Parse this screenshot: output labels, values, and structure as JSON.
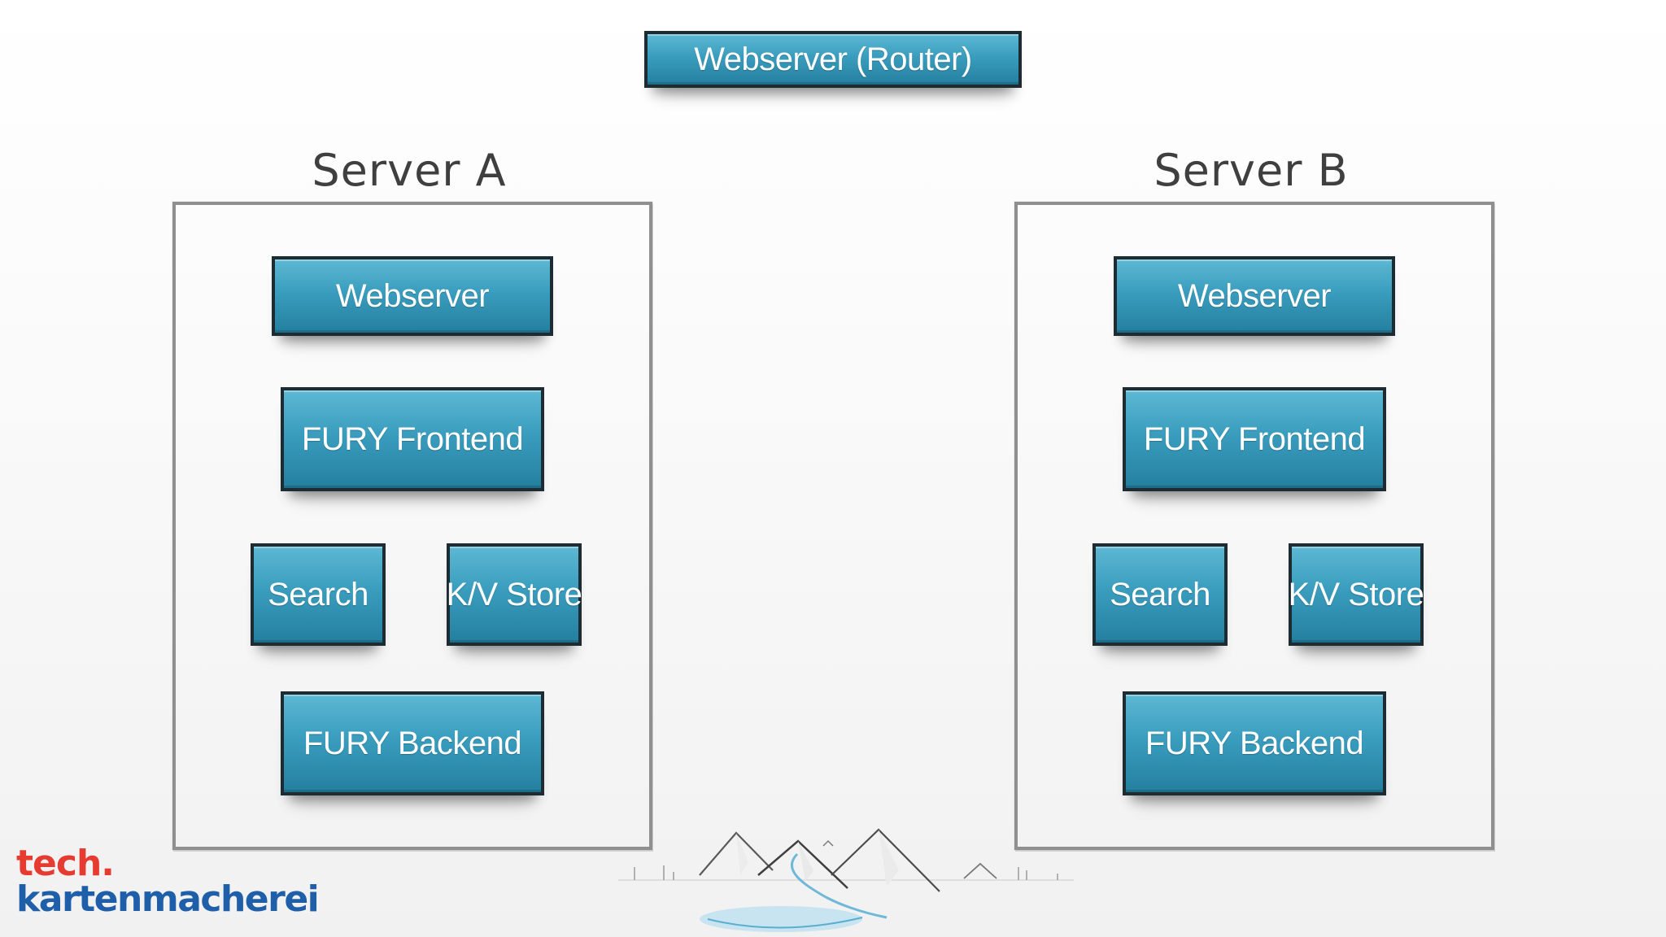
{
  "router": {
    "label": "Webserver (Router)"
  },
  "servers": [
    {
      "title": "Server A",
      "webserver": "Webserver",
      "frontend": "FURY Frontend",
      "search": "Search",
      "kv_store": "K/V Store",
      "backend": "FURY Backend"
    },
    {
      "title": "Server B",
      "webserver": "Webserver",
      "frontend": "FURY Frontend",
      "search": "Search",
      "kv_store": "K/V Store",
      "backend": "FURY Backend"
    }
  ],
  "brand": {
    "line1": "tech.",
    "line2": "kartenmacherei"
  },
  "colors": {
    "node_fill_top": "#5db8d3",
    "node_fill_bottom": "#247f9f",
    "node_border": "#1d2b33",
    "brand_red": "#e63b31",
    "brand_blue": "#1f5ea8"
  },
  "icons": {
    "mountains": "mountain-landscape-icon"
  }
}
